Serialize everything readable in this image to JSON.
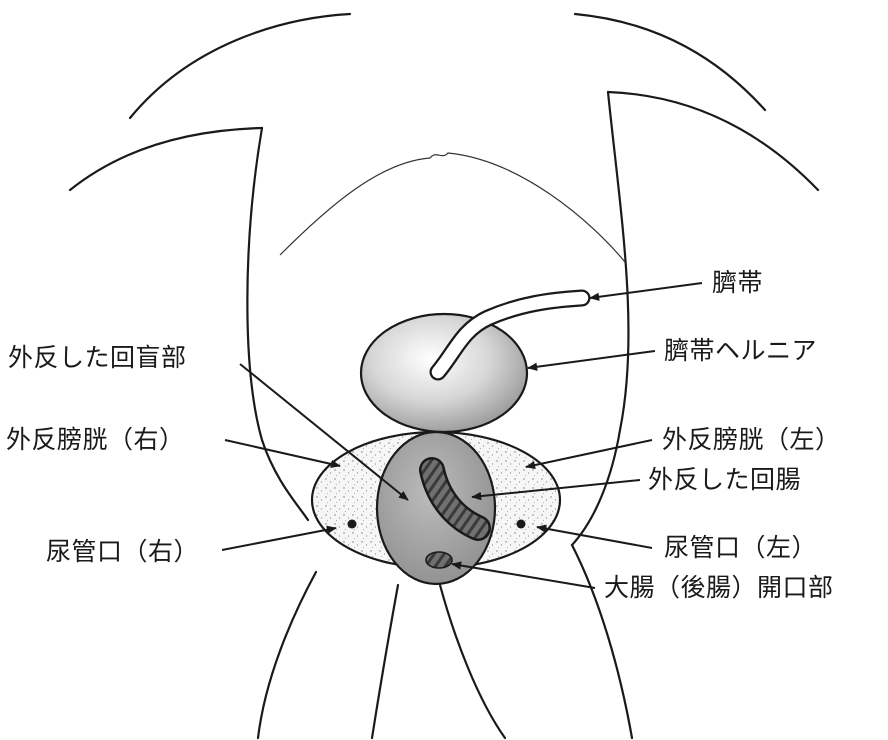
{
  "labels": {
    "umbilical_cord": "臍帯",
    "omphalocele": "臍帯ヘルニア",
    "everted_cecum": "外反した回盲部",
    "bladder_right": "外反膀胱（右）",
    "bladder_left": "外反膀胱（左）",
    "everted_ileum": "外反した回腸",
    "ureter_right": "尿管口（右）",
    "ureter_left": "尿管口（左）",
    "colon_opening": "大腸（後腸）開口部"
  },
  "colors": {
    "line": "#1a1a1a",
    "hernia_fill": "#d9d9d9",
    "cecum_fill": "#a6a6a6",
    "ileum_fill": "#6e6e6e",
    "bladder_fill": "#f4f4f4"
  }
}
